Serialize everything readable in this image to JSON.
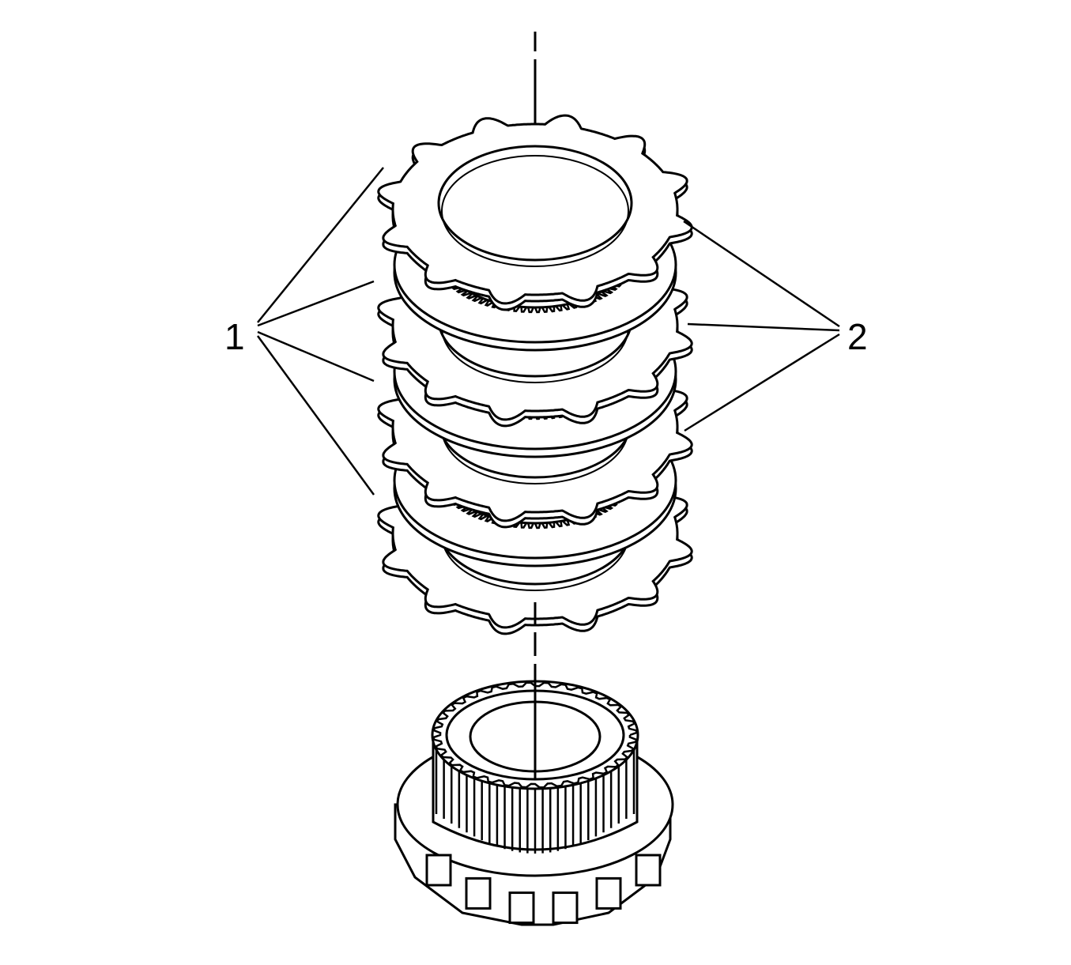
{
  "callouts": {
    "steel_plates": "1",
    "fiber_plates": "2"
  },
  "colors": {
    "line": "#000000",
    "background": "#ffffff"
  },
  "parts": {
    "steel_plate_count": 4,
    "fiber_plate_count": 3
  }
}
